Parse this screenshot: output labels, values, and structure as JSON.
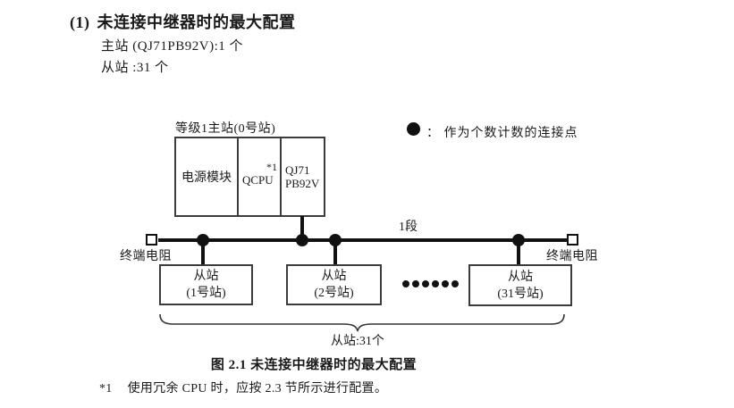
{
  "section": {
    "number": "(1)",
    "title": "未连接中继器时的最大配置",
    "master_line": "主站 (QJ71PB92V):1 个",
    "slave_line": "从站 :31 个"
  },
  "legend": {
    "dot_icon": "filled-circle",
    "text": "： 作为个数计数的连接点"
  },
  "diagram": {
    "master_label": "等级1主站(0号站)",
    "master": {
      "power": "电源模块",
      "cpu": "QCPU",
      "cpu_note": "*1",
      "net1": "QJ71",
      "net2": "PB92V"
    },
    "segment_label": "1段",
    "terminator_left": "终端电阻",
    "terminator_right": "终端电阻",
    "slaves": [
      {
        "line1": "从站",
        "line2": "(1号站)"
      },
      {
        "line1": "从站",
        "line2": "(2号站)"
      },
      {
        "line1": "从站",
        "line2": "(31号站)"
      }
    ],
    "ellipsis_dots": 6,
    "brace_label": "从站:31个"
  },
  "caption": "图 2.1 未连接中继器时的最大配置",
  "footnote": {
    "marker": "*1",
    "text": "使用冗余 CPU 时，应按 2.3 节所示进行配置。"
  },
  "colors": {
    "ink": "#1a1a1a",
    "line": "#111111",
    "box_border": "#3c3c3c",
    "background": "#ffffff"
  }
}
